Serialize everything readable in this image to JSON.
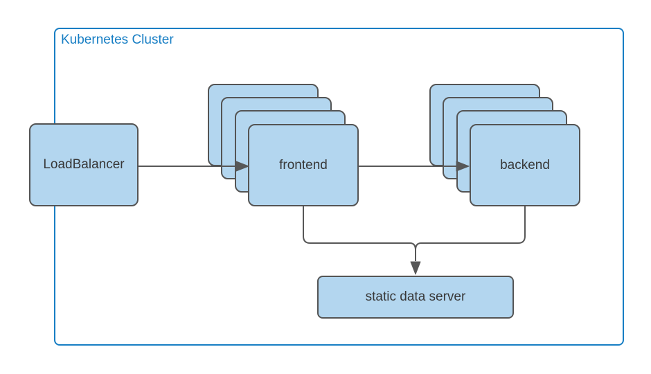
{
  "cluster": {
    "label": "Kubernetes Cluster"
  },
  "nodes": {
    "loadbalancer": {
      "label": "LoadBalancer"
    },
    "frontend": {
      "label": "frontend",
      "replicas": 4
    },
    "backend": {
      "label": "backend",
      "replicas": 4
    },
    "static_server": {
      "label": "static data server"
    }
  },
  "edges": [
    {
      "from": "LoadBalancer",
      "to": "frontend",
      "arrow": true
    },
    {
      "from": "frontend",
      "to": "backend",
      "arrow": true
    },
    {
      "from": "frontend",
      "to": "static data server",
      "arrow": true
    },
    {
      "from": "backend",
      "to": "static data server",
      "arrow": true
    }
  ],
  "colors": {
    "node_fill": "#b3d6ef",
    "node_border": "#545454",
    "cluster_border": "#177ec4",
    "cluster_title": "#177ec4",
    "connector": "#575757",
    "label_text": "#383838",
    "canvas_bg": "#ffffff"
  }
}
